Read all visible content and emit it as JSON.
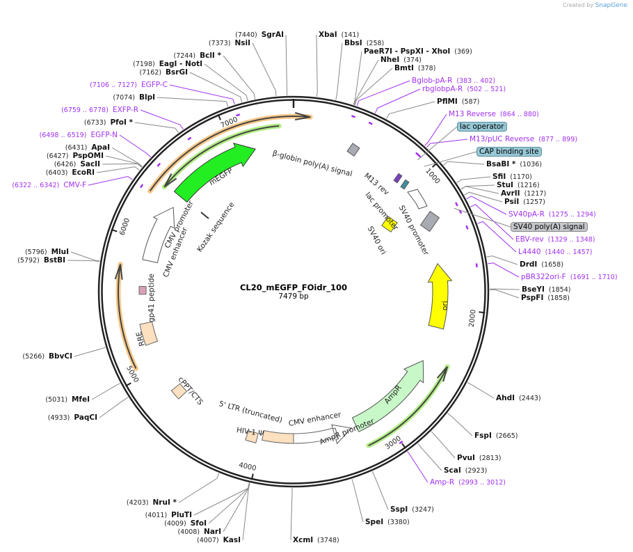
{
  "credit": {
    "prefix": "Created by",
    "brand": "SnapGene"
  },
  "map": {
    "name": "CL20_mEGFP_FOidr_100",
    "length": "7479 bp",
    "total_bp": 7479
  },
  "ticks": [
    "1000",
    "2000",
    "3000",
    "4000",
    "5000",
    "6000",
    "7000"
  ],
  "enzymes": [
    {
      "name": "XbaI",
      "position": "(141)"
    },
    {
      "name": "BbsI",
      "position": "(258)"
    },
    {
      "name": "PaeR7I  - PspXI  - XhoI",
      "position": "(369)"
    },
    {
      "name": "NheI",
      "position": "(374)"
    },
    {
      "name": "BmtI",
      "position": "(378)"
    },
    {
      "name": "PflMI",
      "position": "(587)"
    },
    {
      "name": "BsaBI *",
      "position": "(1036)"
    },
    {
      "name": "SfiI",
      "position": "(1170)"
    },
    {
      "name": "StuI",
      "position": "(1216)"
    },
    {
      "name": "AvrII",
      "position": "(1217)"
    },
    {
      "name": "PsiI",
      "position": "(1257)"
    },
    {
      "name": "DrdI",
      "position": "(1658)"
    },
    {
      "name": "BseYI",
      "position": "(1854)"
    },
    {
      "name": "PspFI",
      "position": "(1858)"
    },
    {
      "name": "AhdI",
      "position": "(2443)"
    },
    {
      "name": "FspI",
      "position": "(2665)"
    },
    {
      "name": "PvuI",
      "position": "(2813)"
    },
    {
      "name": "ScaI",
      "position": "(2923)"
    },
    {
      "name": "SspI",
      "position": "(3247)"
    },
    {
      "name": "SpeI",
      "position": "(3380)"
    },
    {
      "name": "XcmI",
      "position": "(3748)"
    },
    {
      "name": "SgrAI",
      "position": "(7440)"
    },
    {
      "name": "NsiI",
      "position": "(7373)"
    },
    {
      "name": "BclI *",
      "position": "(7244)"
    },
    {
      "name": "EagI  - NotI",
      "position": "(7198)"
    },
    {
      "name": "BsrGI",
      "position": "(7162)"
    },
    {
      "name": "BlpI",
      "position": "(7074)"
    },
    {
      "name": "PfoI *",
      "position": "(6733)"
    },
    {
      "name": "ApaI",
      "position": "(6431)"
    },
    {
      "name": "PspOMI",
      "position": "(6427)"
    },
    {
      "name": "SacII",
      "position": "(6426)"
    },
    {
      "name": "EcoRI",
      "position": "(6403)"
    },
    {
      "name": "MluI",
      "position": "(5796)"
    },
    {
      "name": "BstBI",
      "position": "(5792)"
    },
    {
      "name": "BbvCI",
      "position": "(5266)"
    },
    {
      "name": "MfeI",
      "position": "(5031)"
    },
    {
      "name": "PaqCI",
      "position": "(4933)"
    },
    {
      "name": "NruI *",
      "position": "(4203)"
    },
    {
      "name": "PluTI",
      "position": "(4011)"
    },
    {
      "name": "SfoI",
      "position": "(4009)"
    },
    {
      "name": "NarI",
      "position": "(4008)"
    },
    {
      "name": "KasI",
      "position": "(4007)"
    }
  ],
  "primers": [
    {
      "name": "Bglob-pA-R",
      "range": "(383 .. 402)"
    },
    {
      "name": "rbglobpA-R",
      "range": "(502 .. 521)"
    },
    {
      "name": "M13 Reverse",
      "range": "(864 .. 880)"
    },
    {
      "name": "M13/pUC Reverse",
      "range": "(877 .. 899)"
    },
    {
      "name": "SV40pA-R",
      "range": "(1275 .. 1294)"
    },
    {
      "name": "EBV-rev",
      "range": "(1329 .. 1348)"
    },
    {
      "name": "L4440",
      "range": "(1440 .. 1457)"
    },
    {
      "name": "pBR322ori-F",
      "range": "(1691 .. 1710)"
    },
    {
      "name": "Amp-R",
      "range": "(2993 .. 3012)"
    },
    {
      "name": "EGFP-C",
      "range": "(7106 .. 7127)"
    },
    {
      "name": "EXFP-R",
      "range": "(6759 .. 6778)"
    },
    {
      "name": "EGFP-N",
      "range": "(6498 .. 6519)"
    },
    {
      "name": "CMV-F",
      "range": "(6322 .. 6342)"
    }
  ],
  "boxed_features": [
    {
      "name": "lac operator",
      "color": "#97c8d6"
    },
    {
      "name": "CAP binding site",
      "color": "#97c8d6"
    },
    {
      "name": "SV40 poly(A) signal",
      "color": "#c4c6ca"
    }
  ],
  "features": [
    "β-globin poly(A) signal",
    "M13 rev",
    "lac promoter",
    "SV40 promoter",
    "SV40 ori",
    "ori",
    "AmpR",
    "AmpR promoter",
    "CMV enhancer",
    "5' LTR (truncated)",
    "HIV-1 Ψ",
    "cPPT/CTS",
    "RRE",
    "gp41 peptide",
    "CMV enhancer",
    "CMV promoter",
    "Kozak sequence",
    "mEGFP"
  ],
  "colors": {
    "primer": "#a030f0",
    "mEGFP": "#22ee22",
    "ori": "#ffff00",
    "AmpR": "#c8f8c8",
    "ltr": "#fde0c0",
    "orf_highlight": "#f9c98a",
    "green_highlight": "#b4ee88"
  }
}
